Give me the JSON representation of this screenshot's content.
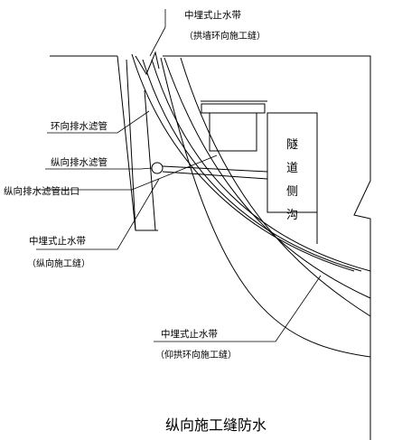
{
  "labels": {
    "top_waterstop": "中埋式止水带",
    "top_waterstop_note": "（拱墙环向施工缝）",
    "ring_drain": "环向排水滤管",
    "long_drain": "纵向排水滤管",
    "long_drain_outlet": "纵向排水滤管出口",
    "mid_waterstop": "中埋式止水带",
    "mid_waterstop_note": "（纵向施工缝）",
    "bottom_waterstop": "中埋式止水带",
    "bottom_waterstop_note": "（仰拱环向施工缝）",
    "side_ditch": [
      "隧",
      "道",
      "侧",
      "沟"
    ],
    "title": "纵向施工缝防水"
  }
}
